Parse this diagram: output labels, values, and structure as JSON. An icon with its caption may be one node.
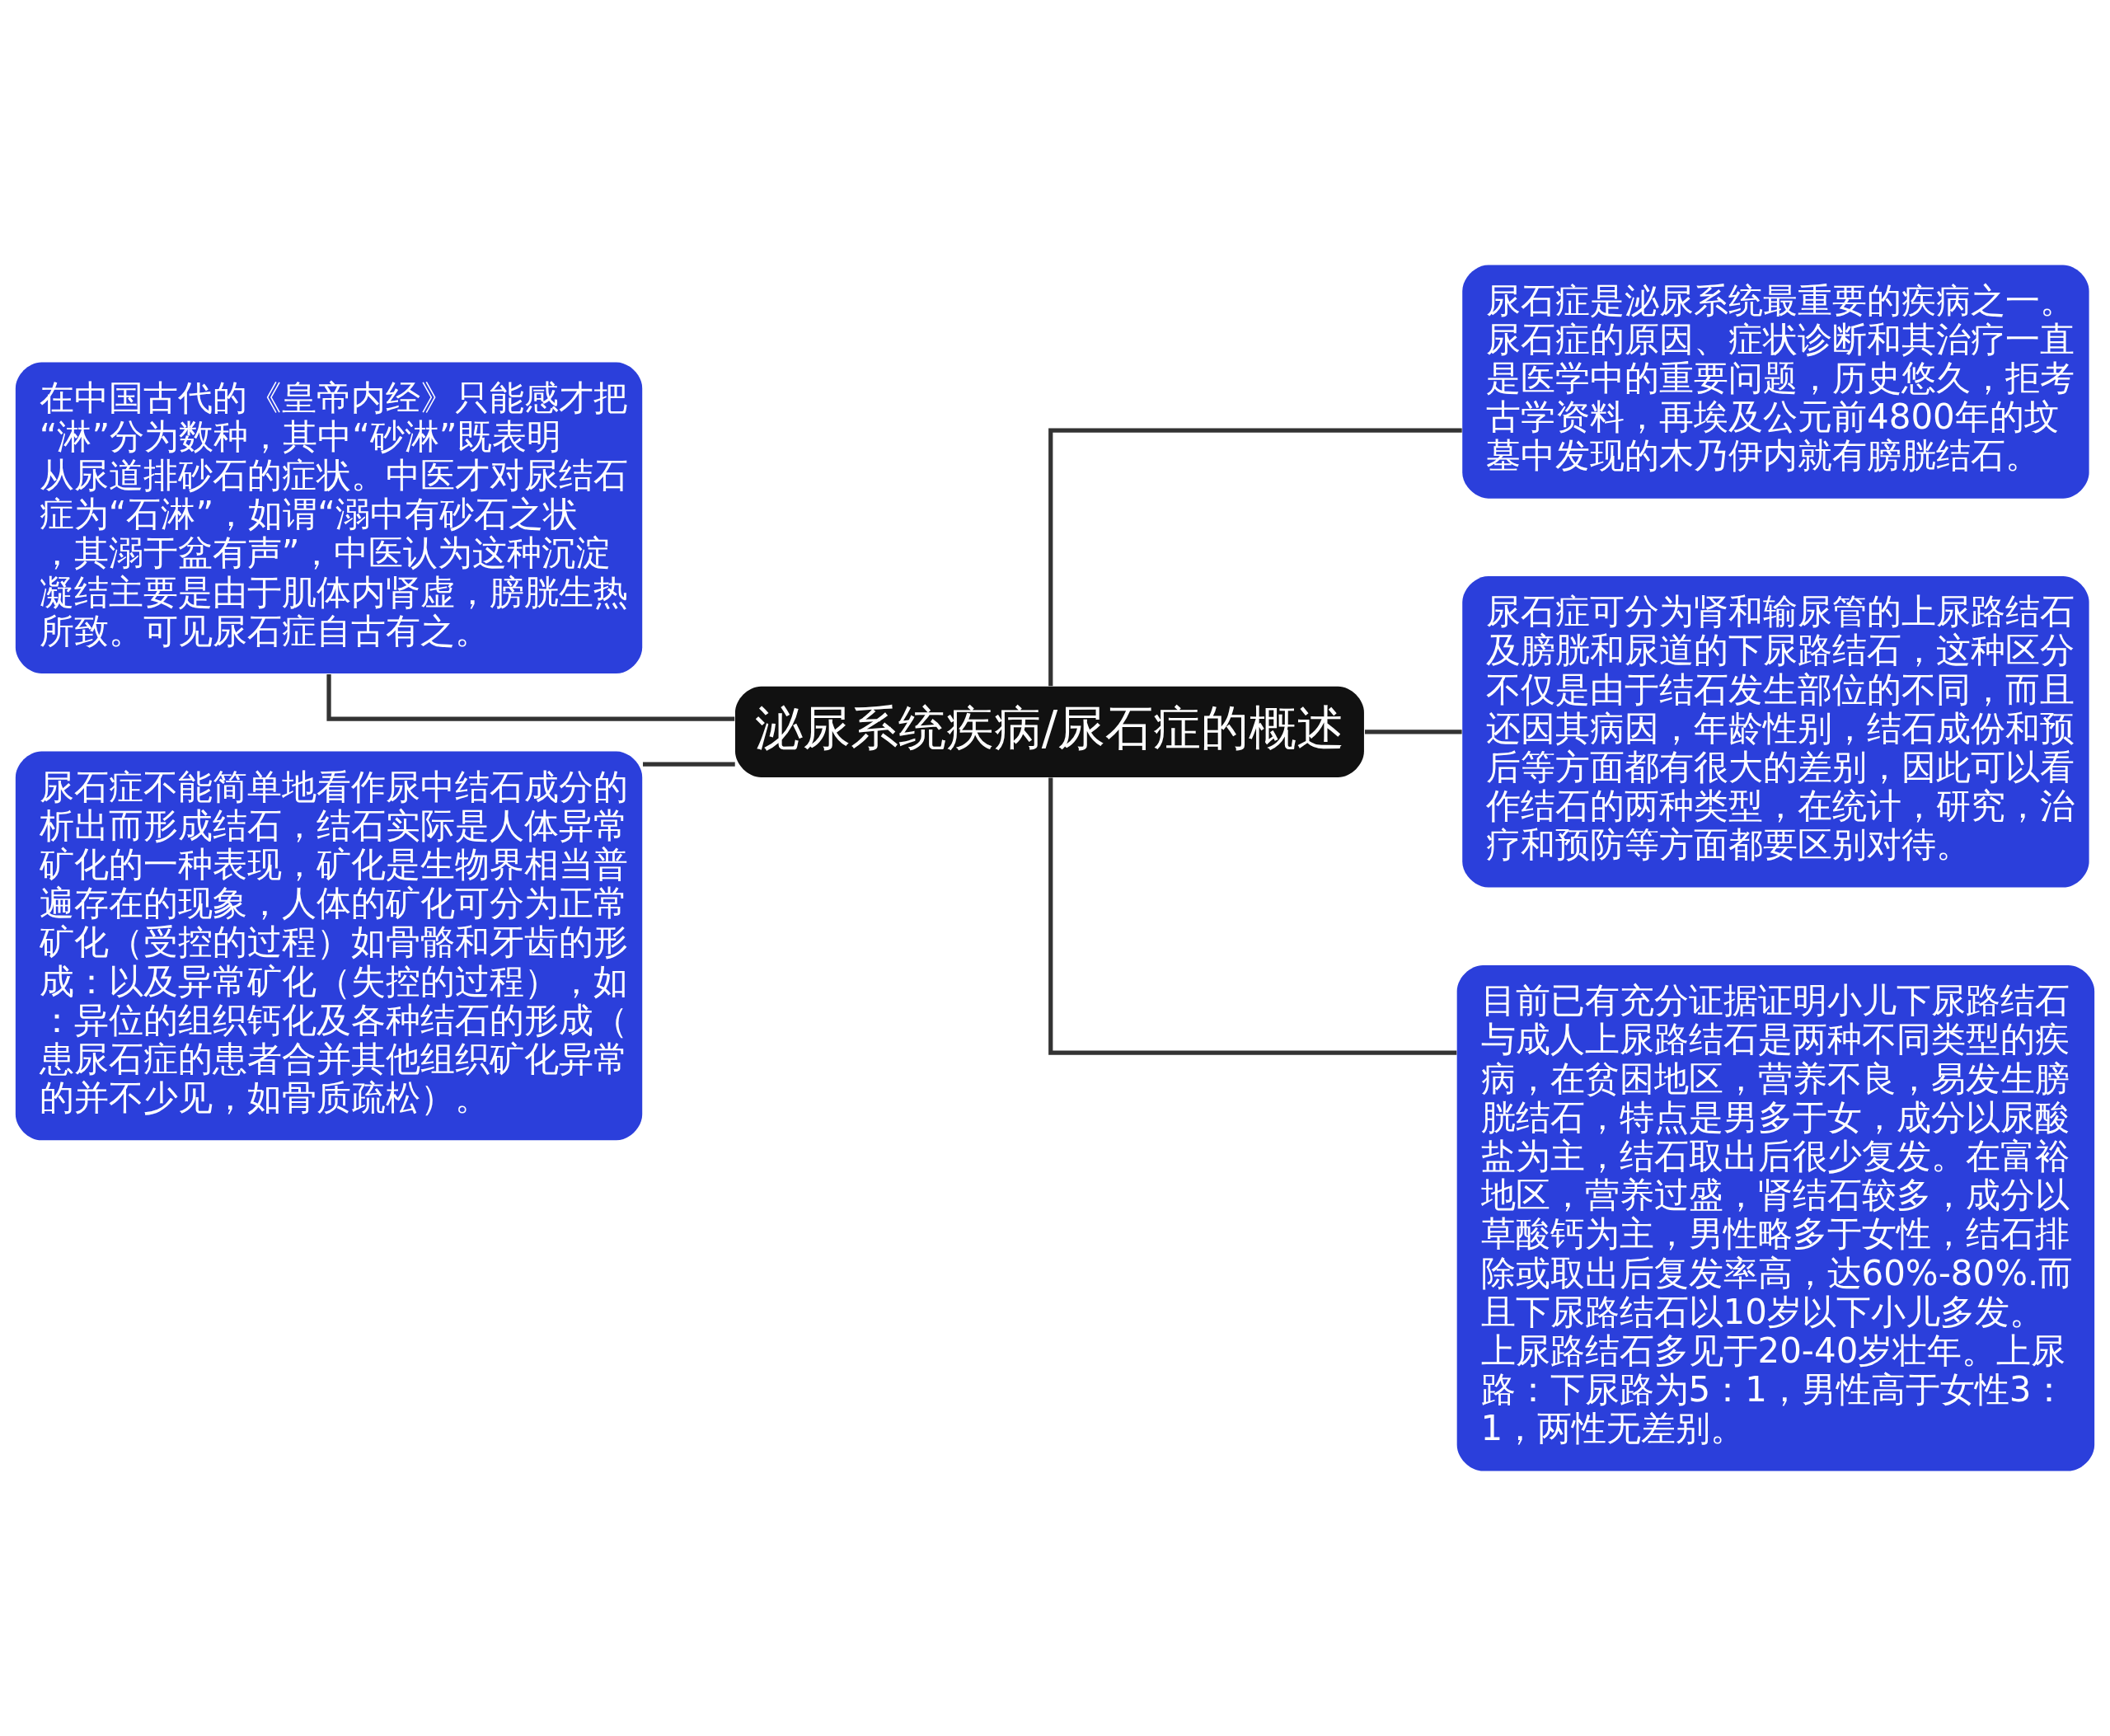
{
  "diagram": {
    "nodes": [
      {
        "text": [
          "泌尿系统疾病/尿石症的概述"
        ]
      },
      {
        "text": [
          "在中国古代的《皇帝内经》只能感才把“淋”分为数种，其中“砂淋”既表明从尿道排砂石的症状。中医才对尿结石症为“石淋”，如谓“溺中有砂石之状，其溺于盆有声”，中医认为这种沉淀凝结主要是由于肌体内肾虚，膀胱生热所致。可见尿石症自古有之。"
        ]
      },
      {
        "text": [
          "尿石症不能简单地看作尿中结石成分的析出而形成结石，结石实际是人体异常矿化的一种表现，矿化是生物界相当普遍存在的现象，人体的矿化可分为正常矿化（受控的过程）如骨骼和牙齿的形成：以及异常矿化（失控的过程），如：异位的组织钙化及各种结石的形成（患尿石症的患者合并其他组织矿化异常的并不少见，如骨质疏松）。"
        ]
      },
      {
        "text": [
          "尿石症是泌尿系统最重要的疾病之一。尿石症的原因、症状诊断和其治疗一直是医学中的重要问题，历史悠久，拒考古学资料，再埃及公元前4800年的坟墓中发现的木乃伊内就有膀胱结石。"
        ]
      },
      {
        "text": [
          "尿石症可分为肾和输尿管的上尿路结石及膀胱和尿道的下尿路结石，这种区分不仅是由于结石发生部位的不同，而且还因其病因，年龄性别，结石成份和预后等方面都有很大的差别，因此可以看作结石的两种类型，在统计，研究，治疗和预防等方面都要区别对待。"
        ]
      },
      {
        "text": [
          "目前已有充分证据证明小儿下尿路结石与成人上尿路结石是两种不同类型的疾病，在贫困地区，营养不良，易发生膀胱结石，特点是男多于女，成分以尿酸盐为主，结石取出后很少复发。在富裕地区，营养过盛，肾结石较多，成分以草酸钙为主，男性略多于女性，结石排除或取出后复发率高，达60%-80%.而且下尿路结石以10岁以下小儿多发。上尿路结石多见于20-40岁壮年。上尿路：下尿路为5：1，男性高于女性3：1，两性无差别。"
        ]
      }
    ],
    "edges": [
      {
        "from": 0,
        "to": 1,
        "arrow": "none"
      },
      {
        "from": 0,
        "to": 2,
        "arrow": "none"
      },
      {
        "from": 0,
        "to": 3,
        "arrow": "none"
      },
      {
        "from": 0,
        "to": 4,
        "arrow": "none"
      },
      {
        "from": 0,
        "to": 5,
        "arrow": "none"
      }
    ]
  }
}
